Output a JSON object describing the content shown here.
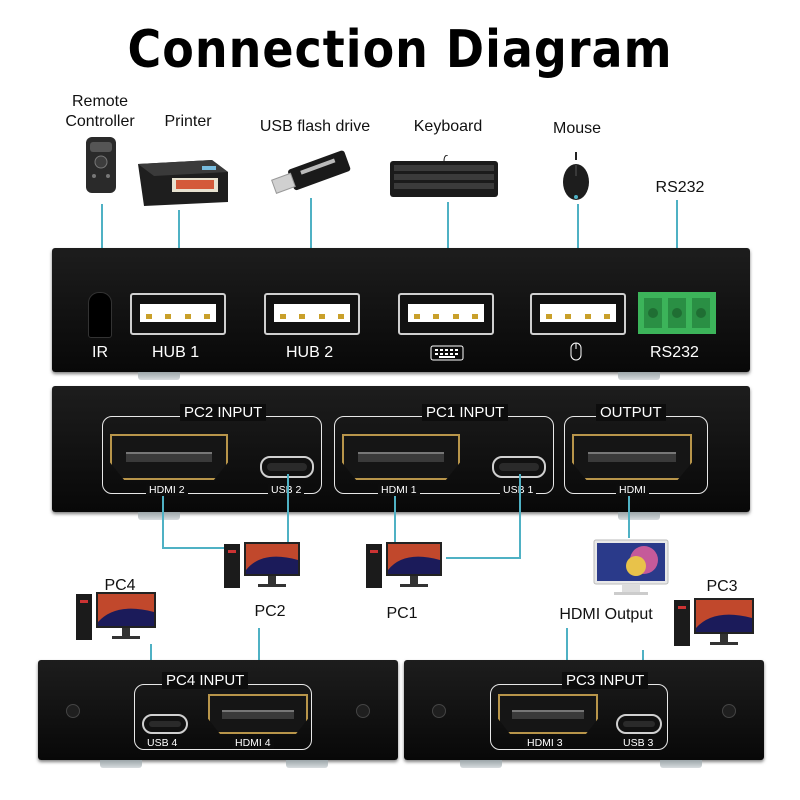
{
  "title": "Connection Diagram",
  "peripherals": {
    "remote": "Remote\nController",
    "printer": "Printer",
    "usb_flash": "USB flash drive",
    "keyboard": "Keyboard",
    "mouse": "Mouse",
    "rs232": "RS232"
  },
  "front_panel": {
    "ir": "IR",
    "hub1": "HUB 1",
    "hub2": "HUB 2",
    "rs232": "RS232"
  },
  "main_back_panel": {
    "pc2_input": "PC2 INPUT",
    "pc1_input": "PC1 INPUT",
    "output": "OUTPUT",
    "hdmi2": "HDMI 2",
    "usb2": "USB 2",
    "hdmi1": "HDMI 1",
    "usb1": "USB 1",
    "hdmi_out": "HDMI"
  },
  "computers": {
    "pc2": "PC2",
    "pc1": "PC1",
    "pc4": "PC4",
    "pc3": "PC3",
    "hdmi_output": "HDMI Output"
  },
  "pc4_panel": {
    "title": "PC4 INPUT",
    "usb": "USB 4",
    "hdmi": "HDMI 4"
  },
  "pc3_panel": {
    "title": "PC3 INPUT",
    "hdmi": "HDMI 3",
    "usb": "USB 3"
  },
  "colors": {
    "wire": "#4fb1c4",
    "hdmi_gold": "#b8954a",
    "rs232_green": "#3cb45a"
  }
}
